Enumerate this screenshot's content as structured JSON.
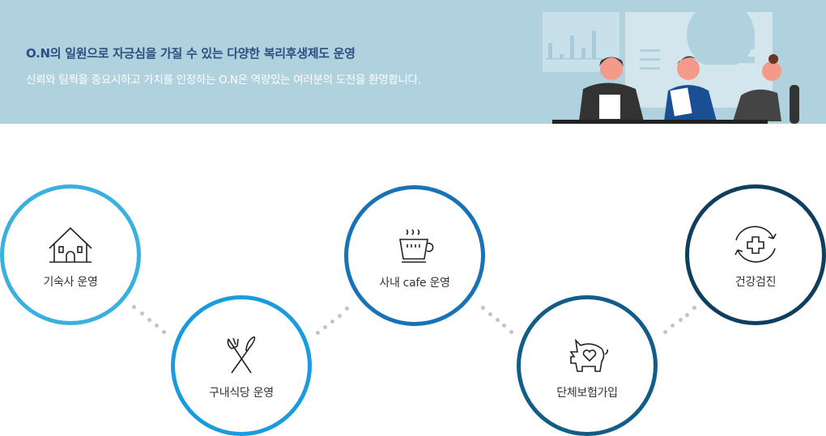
{
  "banner": {
    "headline": "O.N의 일원으로 자긍심을 가질 수 있는 다양한 복리후생제도 운영",
    "subline": "신뢰와 팀웍을 중요시하고 가치를 인정하는 O.N은 역량있는 여러분의 도전을 환영합니다."
  },
  "benefits": [
    {
      "label": "기숙사 운영",
      "icon": "house-icon",
      "color": "#3ab0e0"
    },
    {
      "label": "구내식당 운영",
      "icon": "fork-knife-icon",
      "color": "#1a9be0"
    },
    {
      "label": "사내 cafe 운영",
      "icon": "coffee-cup-icon",
      "color": "#1772b6"
    },
    {
      "label": "단체보험가입",
      "icon": "piggy-bank-icon",
      "color": "#115d88"
    },
    {
      "label": "건강검진",
      "icon": "health-checkup-icon",
      "color": "#0f3f5f"
    }
  ]
}
